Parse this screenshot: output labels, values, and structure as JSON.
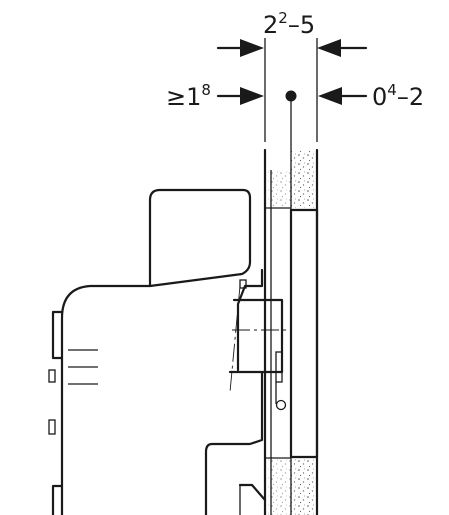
{
  "dimensions": {
    "top": {
      "base": "2",
      "sup": "2",
      "tail": "–5"
    },
    "left": {
      "prefix": "≥1",
      "sup": "8"
    },
    "right": {
      "base": "0",
      "sup": "4",
      "tail": "–2"
    }
  },
  "colors": {
    "line": "#1a1a1a",
    "background": "#ffffff"
  }
}
